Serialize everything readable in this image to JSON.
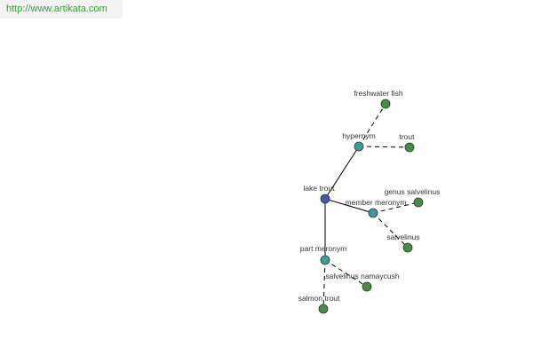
{
  "site": {
    "url_text": "http://www.artikata.com"
  },
  "graph": {
    "colors": {
      "root": "#4a55a8",
      "relation": "#3e9a94",
      "leaf": "#4a8a48",
      "edge": "#000000",
      "url": "#3c9b3c"
    },
    "nodes": [
      {
        "id": "lake-trout",
        "label": "lake trout",
        "kind": "root"
      },
      {
        "id": "hypernym",
        "label": "hypernym",
        "kind": "relation"
      },
      {
        "id": "member-meronym",
        "label": "member meronym",
        "kind": "relation"
      },
      {
        "id": "part-meronym",
        "label": "part meronym",
        "kind": "relation"
      },
      {
        "id": "freshwater-fish",
        "label": "freshwater fish",
        "kind": "leaf"
      },
      {
        "id": "trout",
        "label": "trout",
        "kind": "leaf"
      },
      {
        "id": "genus-salvelinus",
        "label": "genus salvelinus",
        "kind": "leaf"
      },
      {
        "id": "salvelinus",
        "label": "salvelinus",
        "kind": "leaf"
      },
      {
        "id": "salvelinus-namaycush",
        "label": "salvelinus namaycush",
        "kind": "leaf"
      },
      {
        "id": "salmon-trout",
        "label": "salmon trout",
        "kind": "leaf"
      }
    ],
    "edges": [
      {
        "from": "lake-trout",
        "to": "hypernym",
        "style": "solid"
      },
      {
        "from": "lake-trout",
        "to": "member-meronym",
        "style": "solid"
      },
      {
        "from": "lake-trout",
        "to": "part-meronym",
        "style": "solid"
      },
      {
        "from": "hypernym",
        "to": "freshwater-fish",
        "style": "dashed"
      },
      {
        "from": "hypernym",
        "to": "trout",
        "style": "dashed"
      },
      {
        "from": "member-meronym",
        "to": "genus-salvelinus",
        "style": "dashed"
      },
      {
        "from": "member-meronym",
        "to": "salvelinus",
        "style": "dashed"
      },
      {
        "from": "part-meronym",
        "to": "salvelinus-namaycush",
        "style": "dashed"
      },
      {
        "from": "part-meronym",
        "to": "salmon-trout",
        "style": "dashed"
      }
    ]
  }
}
